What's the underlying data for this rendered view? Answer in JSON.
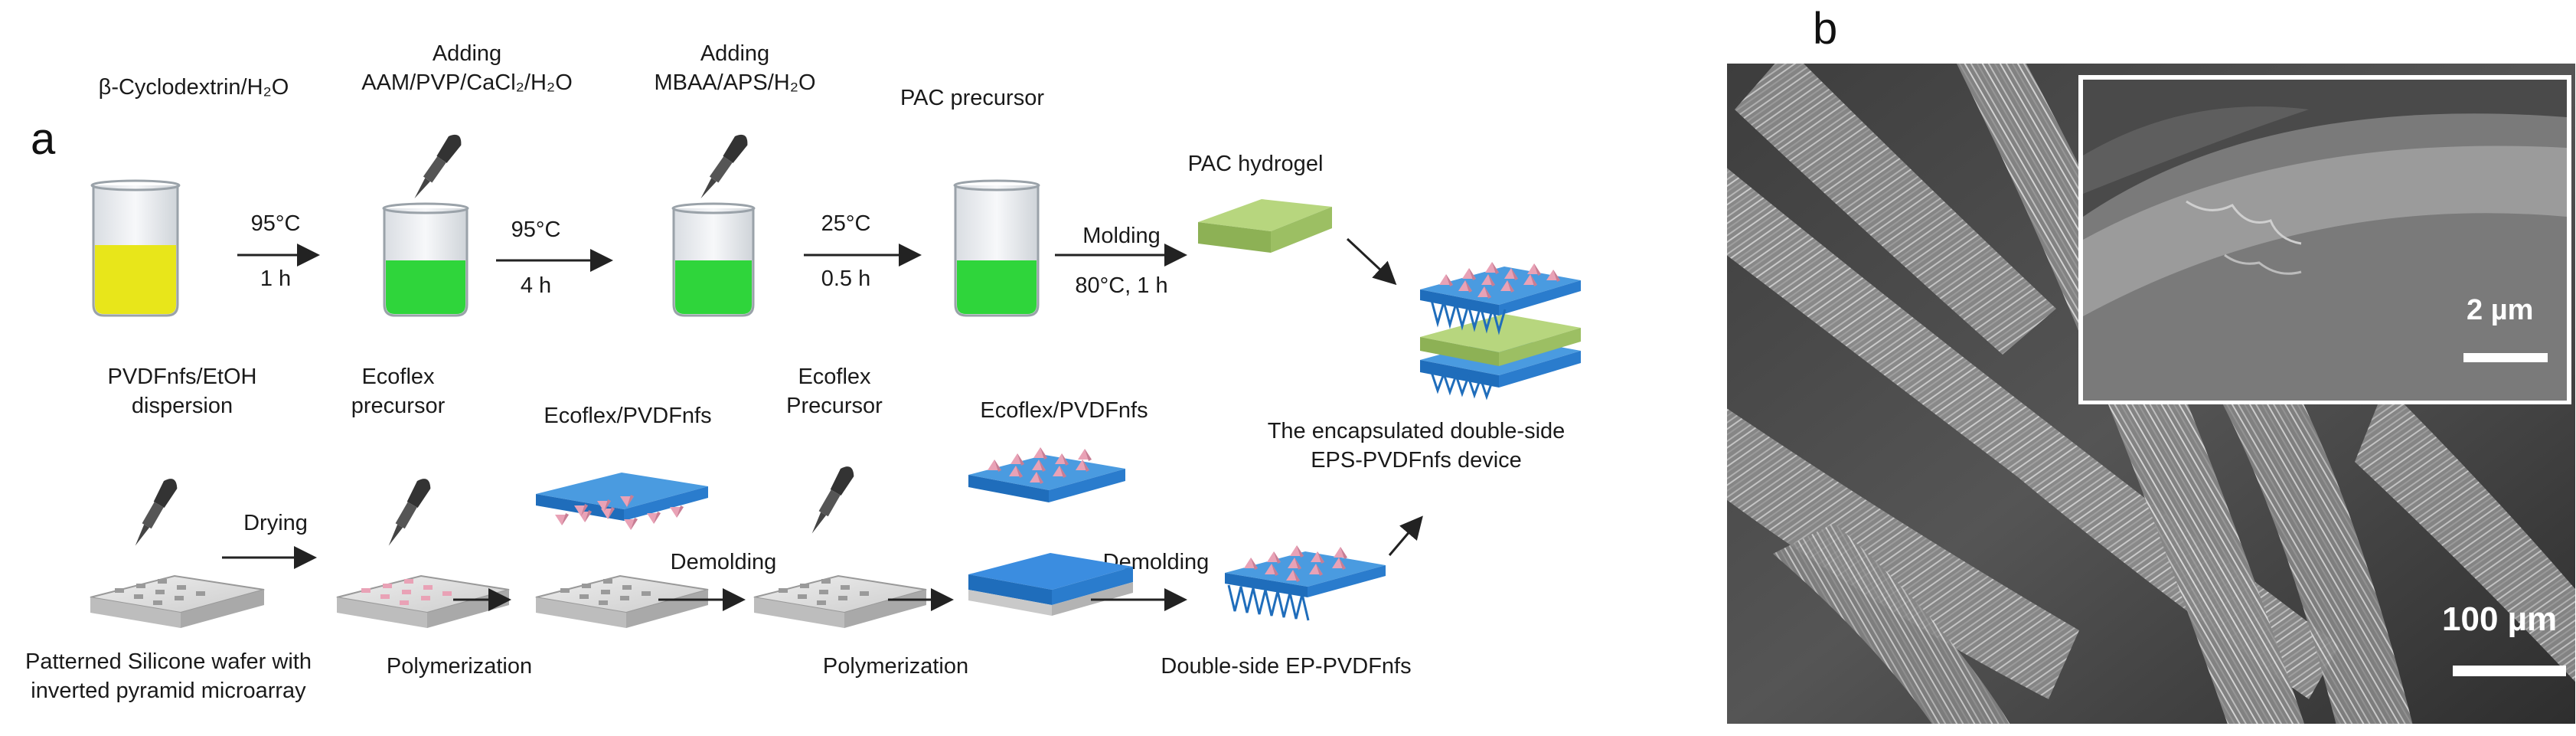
{
  "panel_a": {
    "letter": "a",
    "top_row": {
      "step1": "β-Cyclodextrin/H₂O",
      "step2_line1": "Adding",
      "step2_line2": "AAM/PVP/CaCl₂/H₂O",
      "step3_line1": "Adding",
      "step3_line2": "MBAA/APS/H₂O",
      "step4": "PAC precursor",
      "step5": "PAC hydrogel",
      "arrow1_top": "95°C",
      "arrow1_bottom": "1 h",
      "arrow2_top": "95°C",
      "arrow2_bottom": "4 h",
      "arrow3_top": "25°C",
      "arrow3_bottom": "0.5 h",
      "arrow4_top": "Molding",
      "arrow4_bottom": "80°C, 1 h"
    },
    "bottom_row": {
      "s1_line1": "PVDFnfs/EtOH",
      "s1_line2": "dispersion",
      "s1_caption_line1": "Patterned Silicone wafer with",
      "s1_caption_line2": "inverted pyramid microarray",
      "drying": "Drying",
      "s2_line1": "Ecoflex",
      "s2_line2": "precursor",
      "polymerization1": "Polymerization",
      "s3": "Ecoflex/PVDFnfs",
      "demolding1": "Demolding",
      "s4_line1": "Ecoflex",
      "s4_line2": "Precursor",
      "polymerization2": "Polymerization",
      "s5": "Ecoflex/PVDFnfs",
      "demolding2": "Demolding",
      "s6": "Double-side EP-PVDFnfs",
      "device_line1": "The encapsulated double-side",
      "device_line2": "EPS-PVDFnfs device"
    },
    "colors": {
      "yellow_solution": "#e8e61a",
      "green_solution": "#2fd53b",
      "hydrogel": "#a5c96a",
      "ecoflex": "#2f7fcf",
      "pyramid": "#e9a2b6",
      "wafer": "#d8d8d8"
    }
  },
  "panel_b": {
    "letter": "b",
    "inset_scale": "2 µm",
    "main_scale": "100 µm"
  }
}
